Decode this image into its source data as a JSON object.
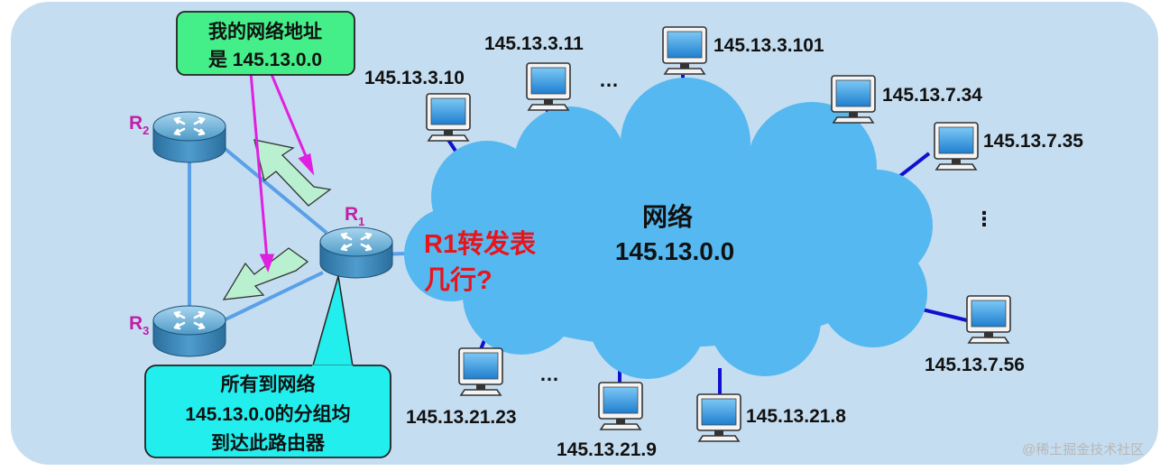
{
  "callout_top": {
    "line1": "我的网络地址",
    "line2": "是 145.13.0.0"
  },
  "callout_bottom": {
    "line1": "所有到网络",
    "line2": "145.13.0.0的分组均",
    "line3": "到达此路由器"
  },
  "routers": {
    "r1": {
      "letter": "R",
      "sub": "1"
    },
    "r2": {
      "letter": "R",
      "sub": "2"
    },
    "r3": {
      "letter": "R",
      "sub": "3"
    }
  },
  "cloud": {
    "title": "网络",
    "address": "145.13.0.0"
  },
  "question": {
    "line1": "R1转发表",
    "line2": "几行?"
  },
  "hosts": {
    "h_3_10": "145.13.3.10",
    "h_3_11": "145.13.3.11",
    "h_3_101": "145.13.3.101",
    "h_7_34": "145.13.7.34",
    "h_7_35": "145.13.7.35",
    "h_7_56": "145.13.7.56",
    "h_21_8": "145.13.21.8",
    "h_21_9": "145.13.21.9",
    "h_21_23": "145.13.21.23"
  },
  "ellipses": {
    "top": "…",
    "bottom": "…",
    "right": "⋮"
  },
  "watermark": "@稀土掘金技术社区",
  "colors": {
    "panel": "#c5ddf0",
    "cloud": "#55b8f0",
    "link_blue": "#1010d0",
    "router_link": "#5aa0e8",
    "magenta": "#e020e0",
    "arrow_fill": "#b8f0d0",
    "callout_green": "#44ee88",
    "callout_cyan": "#22eeee",
    "question_red": "#e8141c"
  }
}
